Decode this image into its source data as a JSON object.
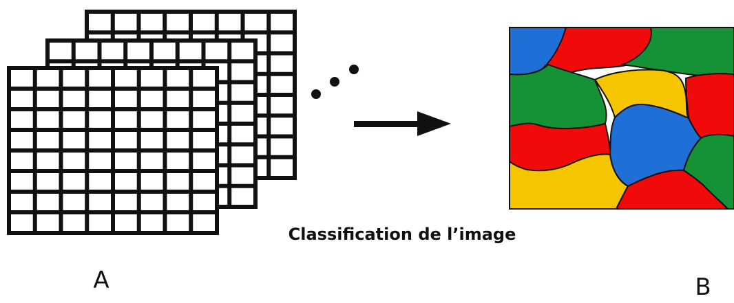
{
  "caption": "Classification de l’image",
  "labels": {
    "a": "A",
    "b": "B"
  },
  "colors": {
    "stroke": "#111111",
    "blue": "#1f6fd6",
    "red": "#f00a0a",
    "green": "#169236",
    "yellow": "#f5c500",
    "background": "#ffffff"
  },
  "icons": {
    "arrow": "arrow-right-icon",
    "ellipsis": "ellipsis-dots-icon",
    "grids": "grid-stack-icon",
    "map": "classified-map-icon"
  }
}
